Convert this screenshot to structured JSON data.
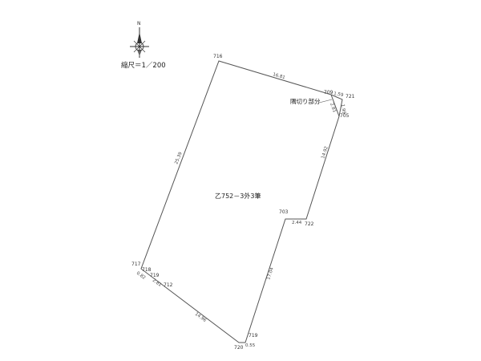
{
  "survey": {
    "north_label": "N",
    "scale_label": "縮尺＝1／200",
    "parcel_label": "乙752－3外3筆",
    "corner_cut_label": "隅切り部分",
    "points": {
      "p716": "716",
      "p709": "709",
      "p721": "721",
      "p705": "705",
      "p703": "703",
      "p722": "722",
      "p717": "717",
      "p718": "718",
      "p719a": "719",
      "p712": "712",
      "p719b": "719",
      "p720": "720"
    },
    "dimensions": {
      "d716_709": "16.81",
      "d709_721": "1.59",
      "d709_705": "2.81",
      "d721_705": "1.99",
      "d705_722": "14.92",
      "d703_722": "2.44",
      "d703_719": "17.04",
      "d716_717": "25.39",
      "d717_718": "0.82",
      "d718_712": "2.81",
      "d712_720": "14.96",
      "d719_720": "0.55"
    }
  }
}
